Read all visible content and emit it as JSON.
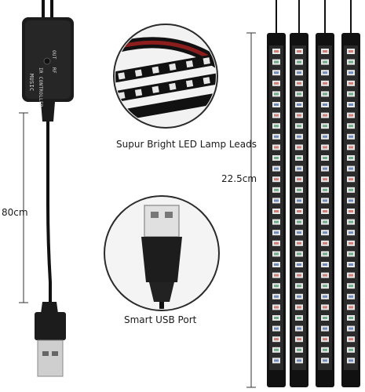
{
  "labels": {
    "strip_callout": "Supur Bright LED Lamp Leads",
    "usb_callout": "Smart USB Port",
    "cable_length": "80cm",
    "strip_length": "22.5cm"
  },
  "controller": {
    "brand": "MUSIC",
    "model": "IR CONTROLLER",
    "port_out": "OUT",
    "port_in": "RF"
  },
  "colors": {
    "strip_body": "#111111",
    "led_red": "#c0392b",
    "led_green": "#1e8449",
    "led_blue": "#1f4e9b",
    "callout_ring": "#2b2b2b"
  },
  "strips": {
    "count": 4
  }
}
